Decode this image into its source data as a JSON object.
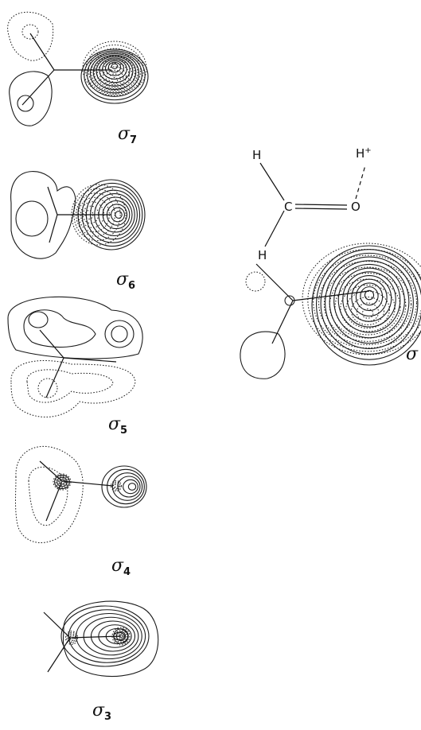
{
  "panels": [
    {
      "symbol": "σ",
      "subscript": "7"
    },
    {
      "symbol": "σ",
      "subscript": "6"
    },
    {
      "symbol": "σ",
      "subscript": "5"
    },
    {
      "symbol": "σ",
      "subscript": "4"
    },
    {
      "symbol": "σ",
      "subscript": "3"
    }
  ],
  "right_panel": {
    "symbol": "σ"
  },
  "molecule": {
    "atoms": {
      "h_top": "H",
      "h_bottom": "H",
      "carbon": "C",
      "oxygen": "O",
      "proton": "H",
      "proton_charge": "+"
    }
  }
}
